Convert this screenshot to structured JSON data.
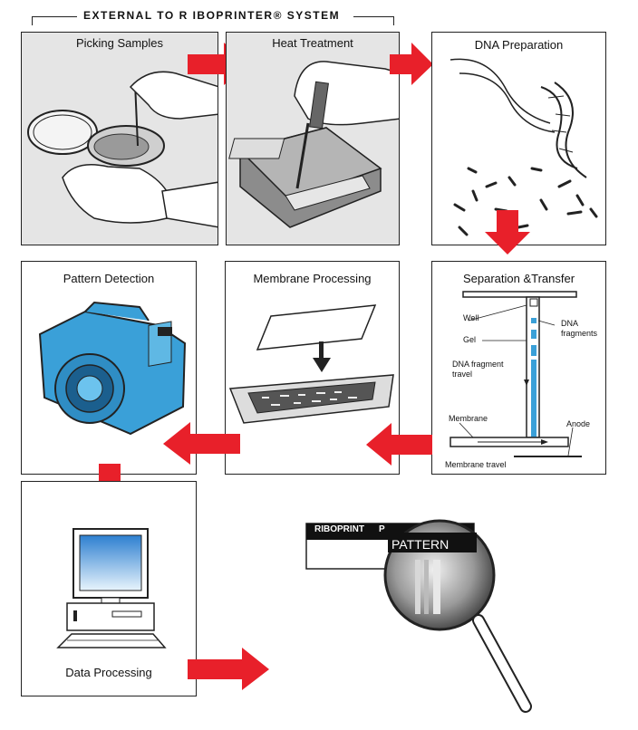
{
  "header": {
    "title": "EXTERNAL TO R IBOPRINTER® SYSTEM"
  },
  "panels": {
    "picking": "Picking Samples",
    "heat": "Heat Treatment",
    "dna": "DNA Preparation",
    "pattern": "Pattern Detection",
    "membrane": "Membrane Processing",
    "separation": "Separation &Transfer",
    "data": "Data Processing"
  },
  "separation_labels": {
    "well": "Well",
    "gel": "Gel",
    "dna_fragments_1": "DNA",
    "dna_fragments_2": "fragments",
    "fragment_travel_1": "DNA fragment",
    "fragment_travel_2": "travel",
    "membrane": "Membrane",
    "anode": "Anode",
    "membrane_travel": "Membrane travel"
  },
  "magnifier": {
    "card_title": "RIBOPRINT",
    "card_tail": "P",
    "lens_text": "PATTERN"
  },
  "colors": {
    "arrow": "#e8202a",
    "camera": "#3aa0d8",
    "screen": "#2d7fd0",
    "gel_band": "#3aa0d8",
    "panel_grey": "#e5e5e5"
  }
}
